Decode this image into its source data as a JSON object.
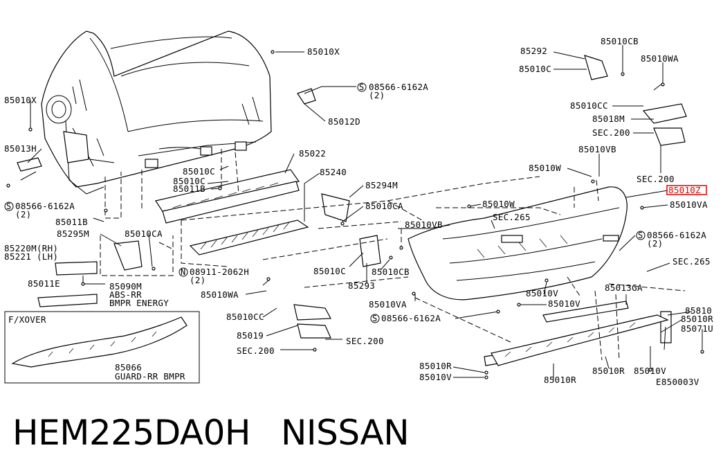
{
  "diagram_id": "E850003V",
  "boxes": {
    "crossover_label": "F/XOVER"
  },
  "parts": {
    "p85010X_top": "85010X",
    "p85010X_left": "85010X",
    "p85013H": "85013H",
    "p08566_left": "08566-6162A",
    "p08566_left_qty": "(2)",
    "p85011B_a": "85011B",
    "p85011B_b": "85011B",
    "p85010C_a": "85010C",
    "p85010C_b": "85010C",
    "p85022": "85022",
    "p85240": "85240",
    "p85294M": "85294M",
    "p85010CA_right": "85010CA",
    "p85295M": "85295M",
    "p85010CA_left": "85010CA",
    "p85220M": "85220M(RH)",
    "p85221": "85221  (LH)",
    "p85011E": "85011E",
    "p85090M_1": "85090M",
    "p85090M_2": "ABS-RR",
    "p85090M_3": "BMPR ENERGY",
    "p08911": "08911-2062H",
    "p08911_qty": "(2)",
    "p85010WA_mid": "85010WA",
    "p85010CC_mid": "85010CC",
    "p85019": "85019",
    "p_sec200_mid_a": "SEC.200",
    "p_sec200_mid_b": "SEC.200",
    "p85066_1": "85066",
    "p85066_2": "GUARD-RR BMPR",
    "p08566_top": "08566-6162A",
    "p08566_top_qty": "(2)",
    "p85012D": "85012D",
    "p85010C_mid": "85010C",
    "p85010CB_mid": "85010CB",
    "p85293": "85293",
    "p85010VB_mid": "85010VB",
    "p85010W_mid": "85010W",
    "p_sec265_mid": "SEC.265",
    "p85010VA_mid": "85010VA",
    "p08566_mid": "08566-6162A",
    "p85292": "85292",
    "p85010C_tr": "85010C",
    "p85010CB_tr": "85010CB",
    "p85010WA_tr": "85010WA",
    "p85010CC_tr": "85010CC",
    "p85018M": "85018M",
    "p_sec200_tr": "SEC.200",
    "p85010VB_tr": "85010VB",
    "p85010W_tr": "85010W",
    "p_sec200_tr2": "SEC.200",
    "p85010Z": "85010Z",
    "p85010VA_right": "85010VA",
    "p08566_right": "08566-6162A",
    "p08566_right_qty": "(2)",
    "p_sec265_right": "SEC.265",
    "p85013GA": "85013GA",
    "p85010V_mid": "85010V",
    "p85010V_mid2": "85010V",
    "p85810": "85810",
    "p85010R_right": "85010R",
    "p85071U": "85071U",
    "p85010R_bl": "85010R",
    "p85010V_bl": "85010V",
    "p85010R_bm": "85010R",
    "p85010R_br": "85010R",
    "p85010V_br": "85010V"
  },
  "caption": {
    "part_number": "HEM225DA0H",
    "brand": "NISSAN"
  },
  "colors": {
    "highlight": "#e00000",
    "line": "#000000"
  }
}
